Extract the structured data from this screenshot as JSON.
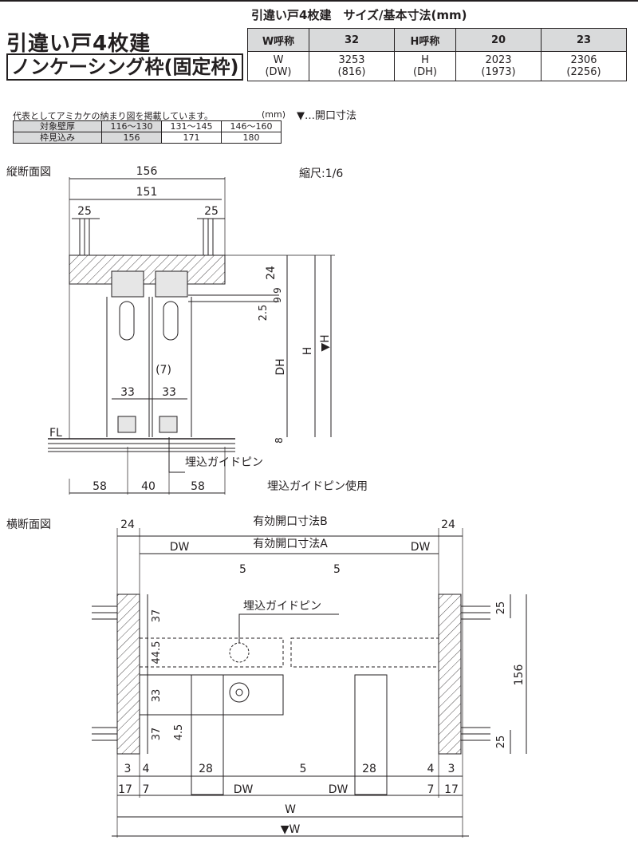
{
  "header": {
    "spec_title": "引違い戸4枚建　サイズ/基本寸法(mm)",
    "title_main": "引違い戸4枚建",
    "title_sub": "ノンケーシング枠(固定枠)"
  },
  "spec_table": {
    "w_label": "W呼称",
    "w_value": "32",
    "h_label": "H呼称",
    "h_value_1": "20",
    "h_value_2": "23",
    "w_sym": "W",
    "dw_sym": "(DW)",
    "w_mm": "3253",
    "dw_mm": "(816)",
    "h_sym": "H",
    "dh_sym": "(DH)",
    "h_mm_1": "2023",
    "dh_mm_1": "(1973)",
    "h_mm_2": "2306",
    "dh_mm_2": "(2256)"
  },
  "note": {
    "text": "代表としてアミカケの納まり図を掲載しています。",
    "unit": "(mm)",
    "legend": "▼…開口寸法"
  },
  "thickness_table": {
    "row1_label": "対象壁厚",
    "row1": [
      "116〜130",
      "131〜145",
      "146〜160"
    ],
    "row2_label": "枠見込み",
    "row2": [
      "156",
      "171",
      "180"
    ]
  },
  "vertical_section": {
    "title": "縦断面図",
    "scale": "縮尺:1/6",
    "dim_156": "156",
    "dim_151": "151",
    "dim_25_left": "25",
    "dim_25_right": "25",
    "dim_24": "24",
    "dim_9a": "9",
    "dim_9b": "9",
    "dim_2_5": "2.5",
    "dim_dh": "DH",
    "dim_h": "H",
    "dim_open_h": "▼H",
    "dim_7": "(7)",
    "dim_33_left": "33",
    "dim_33_right": "33",
    "dim_8": "8",
    "fl": "FL",
    "guide_pin": "埋込ガイドピン",
    "dim_58_left": "58",
    "dim_40": "40",
    "dim_58_right": "58",
    "guide_pin_use": "埋込ガイドピン使用"
  },
  "horizontal_section": {
    "title": "横断面図",
    "dim_24_left": "24",
    "dim_24_right": "24",
    "opening_b": "有効開口寸法B",
    "opening_a": "有効開口寸法A",
    "dw_top_left": "DW",
    "dw_top_right": "DW",
    "dim_5_left": "5",
    "dim_5_right": "5",
    "guide_pin": "埋込ガイドピン",
    "dim_37_top": "37",
    "dim_44_5": "44.5",
    "dim_33": "33",
    "dim_37_bottom": "37",
    "dim_4_5": "4.5",
    "dim_25_top": "25",
    "dim_156": "156",
    "dim_25_bottom": "25",
    "dim_3_left": "3",
    "dim_4_left": "4",
    "dim_28_left": "28",
    "dim_5_bottom": "5",
    "dim_28_right": "28",
    "dim_4_right": "4",
    "dim_3_right": "3",
    "dim_17_left": "17",
    "dim_7_left": "7",
    "dw_bottom_left": "DW",
    "dw_bottom_right": "DW",
    "dim_7_right": "7",
    "dim_17_right": "17",
    "dim_w": "W",
    "dim_open_w": "▼W"
  }
}
